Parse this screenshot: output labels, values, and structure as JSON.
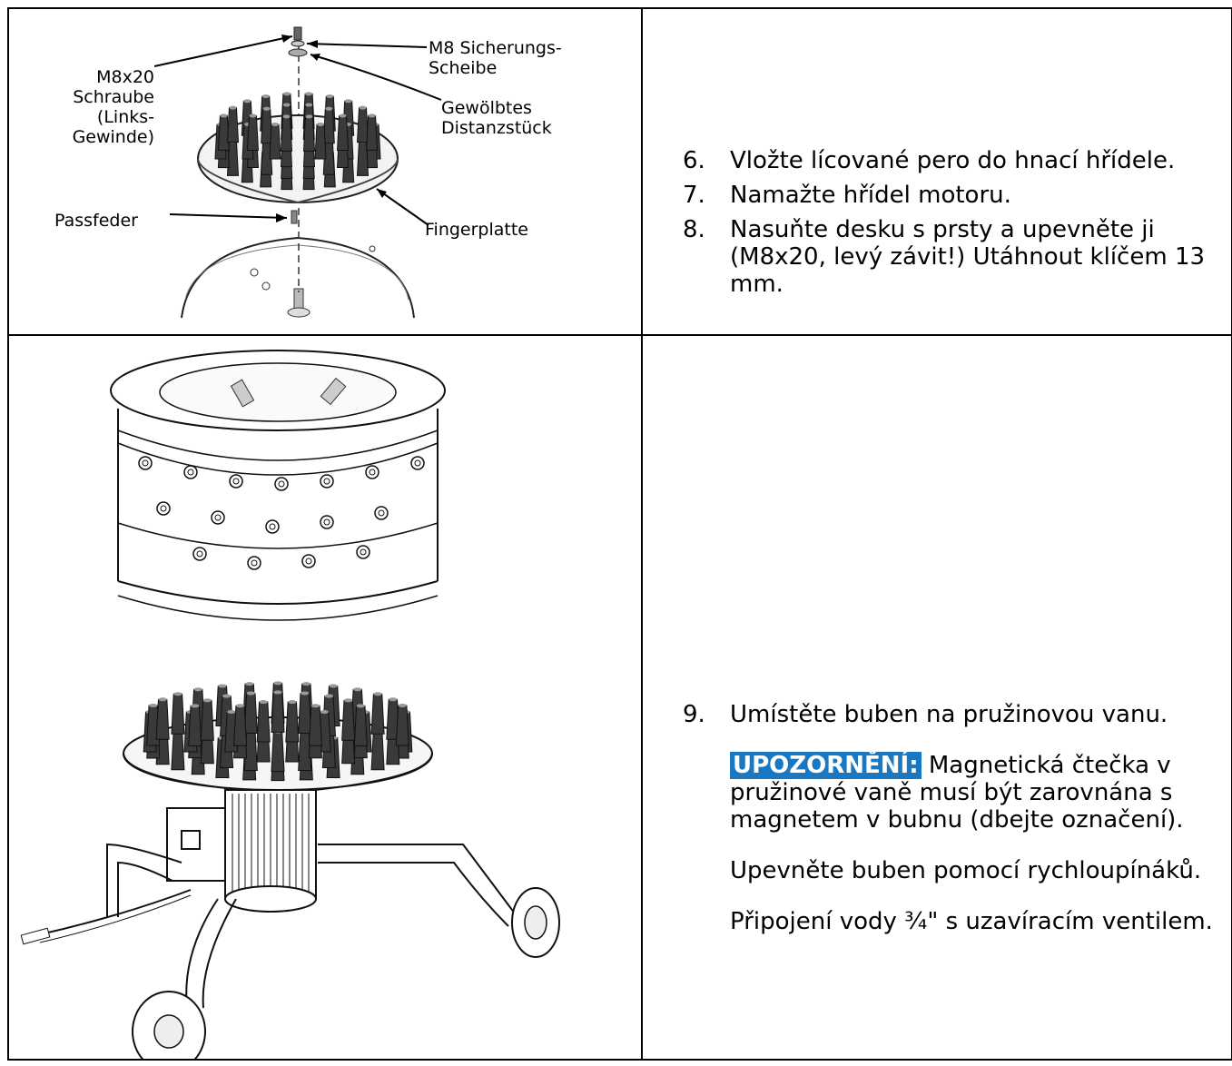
{
  "row1": {
    "labels": {
      "m8_sicherung": "M8 Sicherungs-\nScheibe",
      "m8x20_schraube": "M8x20\nSchraube\n(Links-\nGewinde)",
      "gewoelbtes": "Gewölbtes\nDistanzstück",
      "passfeder": "Passfeder",
      "fingerplatte": "Fingerplatte"
    },
    "steps": [
      {
        "num": "6.",
        "text": "Vložte lícované pero do hnací hřídele."
      },
      {
        "num": "7.",
        "text": "Namažte hřídel motoru."
      },
      {
        "num": "8.",
        "text": "Nasuňte desku s prsty a upevněte ji (M8x20, levý závit!) Utáhnout klíčem 13 mm."
      }
    ]
  },
  "row2": {
    "step": {
      "num": "9.",
      "text": "Umístěte buben na pružinovou vanu."
    },
    "notice_label": "UPOZORNĚNÍ:",
    "notice_text": " Magnetická čtečka v pružinové vaně musí být zarovnána s magnetem v bubnu (dbejte označení).",
    "para2": "Upevněte buben pomocí rychloupínáků.",
    "para3": "Připojení vody ¾\" s uzavíracím ventilem."
  },
  "colors": {
    "notice_bg": "#1a78c2",
    "notice_fg": "#ffffff",
    "border": "#000000"
  }
}
